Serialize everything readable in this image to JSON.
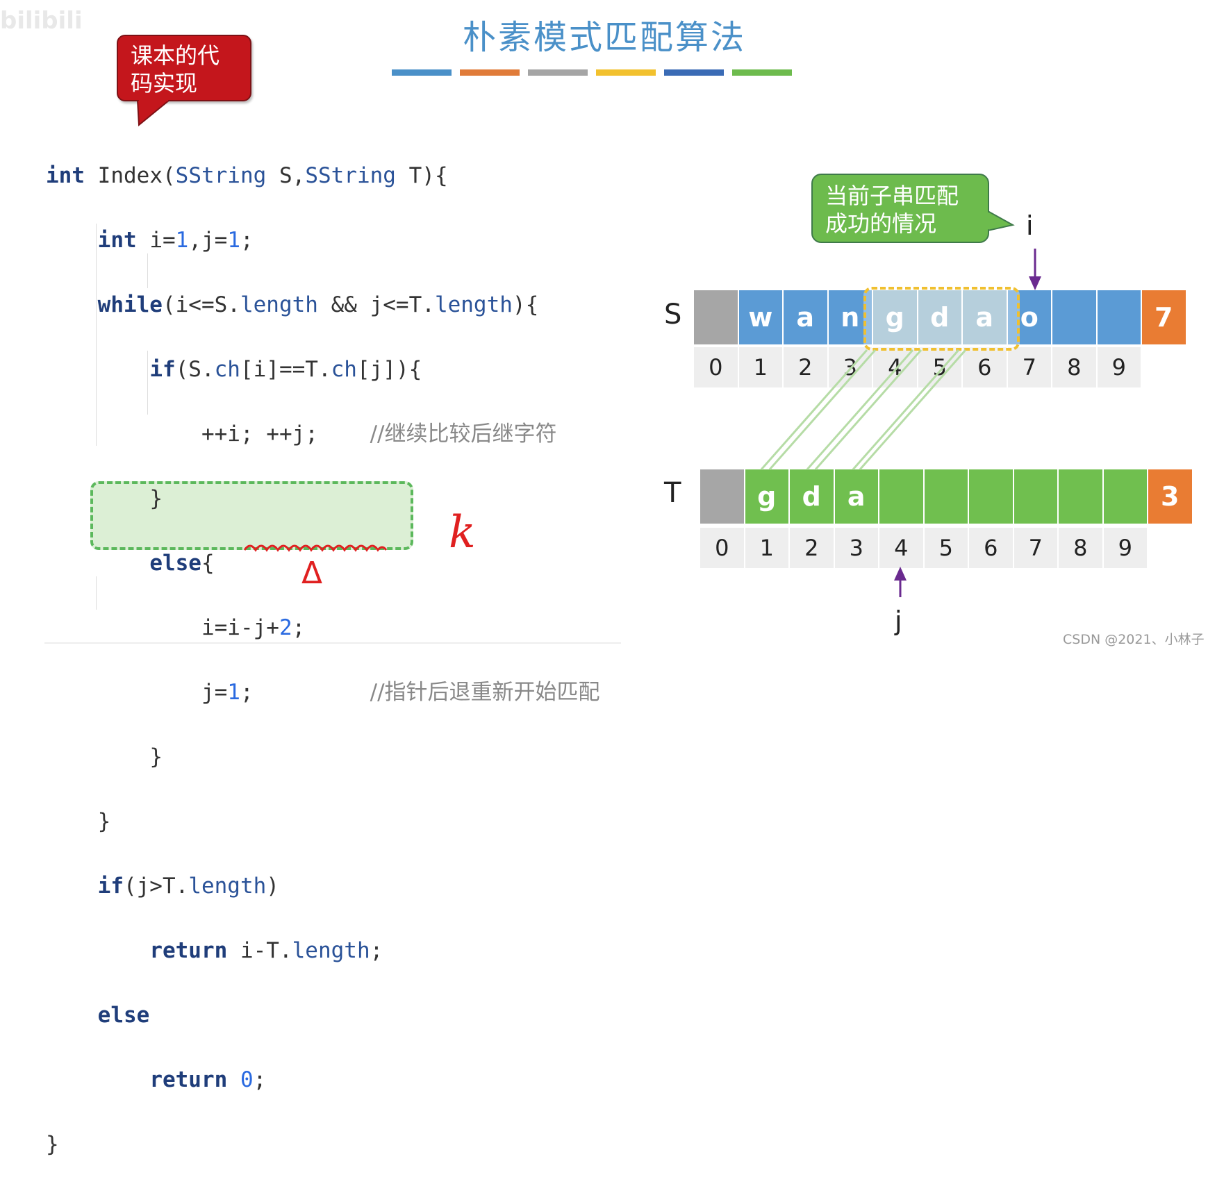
{
  "title": "朴素模式匹配算法",
  "logo_text": "bilibili",
  "color_bars": [
    "#4a90c8",
    "#e07b39",
    "#a5a5a5",
    "#f2c12e",
    "#3a6bb5",
    "#6dbb4d"
  ],
  "red_callout": {
    "line1": "课本的代",
    "line2": "码实现"
  },
  "code": {
    "l1": {
      "kw": "int",
      "name": " Index(",
      "t1": "SString",
      "a1": " S,",
      "t2": "SString",
      "a2": " T){"
    },
    "l2": {
      "kw": "int",
      "a": " i=",
      "n1": "1",
      "b": ",j=",
      "n2": "1",
      "c": ";"
    },
    "l3": {
      "kw": "while",
      "a": "(i<=S.",
      "p1": "length",
      "b": " && j<=T.",
      "p2": "length",
      "c": "){"
    },
    "l4": {
      "kw": "if",
      "a": "(S.",
      "p1": "ch",
      "b": "[i]==T.",
      "p2": "ch",
      "c": "[j]){"
    },
    "l5": {
      "a": "++i; ++j;",
      "cm": "//继续比较后继字符"
    },
    "l6": "}",
    "l7": {
      "kw": "else",
      "a": "{"
    },
    "l8": {
      "a": "i=i-j+",
      "n": "2",
      "b": ";"
    },
    "l9": {
      "a": "j=",
      "n": "1",
      "b": ";",
      "cm": "//指针后退重新开始匹配"
    },
    "l10": "}",
    "l11": "}",
    "l12": {
      "kw": "if",
      "a": "(j>T.",
      "p": "length",
      "b": ")"
    },
    "l13": {
      "kw": "return",
      "a": " i-T.",
      "p": "length",
      "b": ";"
    },
    "l14": {
      "kw": "else"
    },
    "l15": {
      "kw": "return",
      "n": "0",
      "b": ";"
    },
    "l16": "}"
  },
  "annotations": {
    "handwritten_k": "k",
    "triangle": "Δ"
  },
  "green_callout": {
    "line1": "当前子串匹配",
    "line2": "成功的情况"
  },
  "S": {
    "label": "S",
    "cells": [
      "",
      "w",
      "a",
      "n",
      "g",
      "d",
      "a",
      "o",
      "",
      "",
      "7"
    ],
    "indices": [
      "0",
      "1",
      "2",
      "3",
      "4",
      "5",
      "6",
      "7",
      "8",
      "9"
    ]
  },
  "T": {
    "label": "T",
    "cells": [
      "",
      "g",
      "d",
      "a",
      "",
      "",
      "",
      "",
      "",
      "",
      "3"
    ],
    "indices": [
      "0",
      "1",
      "2",
      "3",
      "4",
      "5",
      "6",
      "7",
      "8",
      "9"
    ]
  },
  "pointers": {
    "i": "i",
    "j": "j"
  },
  "colors": {
    "s_cell": "#5b9bd5",
    "s_matched": "#8fb5c9",
    "t_cell": "#70bf4f",
    "gray_cell": "#a6a6a6",
    "length_cell": "#e97c33",
    "pointer": "#6a2a8f"
  },
  "watermark": "CSDN @2021、小林子"
}
